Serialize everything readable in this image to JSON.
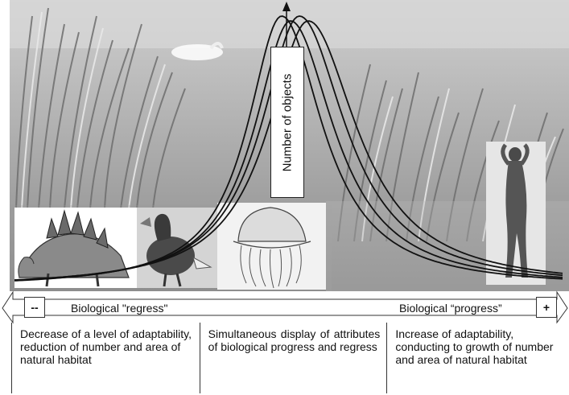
{
  "y_axis_label": "Number of objects",
  "axis": {
    "left_sign": "--",
    "right_sign": "+",
    "left_label": "Biological \"regress\"",
    "right_label": "Biological “progress”"
  },
  "descriptions": [
    {
      "text": "Decrease of a level of adaptability, reduction of number and area of natural habitat"
    },
    {
      "text": "Simultaneous display of attributes of biological progress and regress"
    },
    {
      "text": "Increase of adaptability, conducting to growth of number and area of natural habitat"
    }
  ],
  "images": [
    {
      "name": "stegosaurus-illustration"
    },
    {
      "name": "dodo-bird-illustration"
    },
    {
      "name": "jellyfish-illustration"
    },
    {
      "name": "human-statue-photo"
    },
    {
      "name": "lake-reeds-background"
    }
  ],
  "curve_count": 4
}
